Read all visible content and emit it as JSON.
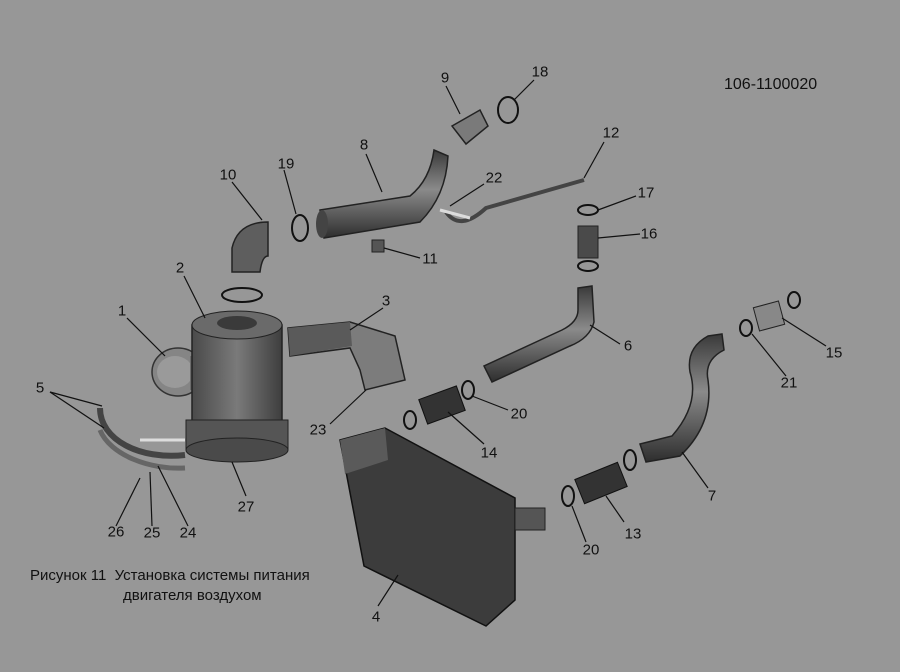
{
  "document_code": "106-1100020",
  "caption": {
    "figure_label": "Рисунок 11",
    "title_line1": "Установка системы питания",
    "title_line2": "двигателя воздухом"
  },
  "callouts": [
    {
      "id": "1",
      "text": "1"
    },
    {
      "id": "2",
      "text": "2"
    },
    {
      "id": "3",
      "text": "3"
    },
    {
      "id": "4",
      "text": "4"
    },
    {
      "id": "5",
      "text": "5"
    },
    {
      "id": "6",
      "text": "6"
    },
    {
      "id": "7",
      "text": "7"
    },
    {
      "id": "8",
      "text": "8"
    },
    {
      "id": "9",
      "text": "9"
    },
    {
      "id": "10",
      "text": "10"
    },
    {
      "id": "11",
      "text": "11"
    },
    {
      "id": "12",
      "text": "12"
    },
    {
      "id": "13",
      "text": "13"
    },
    {
      "id": "14",
      "text": "14"
    },
    {
      "id": "15",
      "text": "15"
    },
    {
      "id": "16",
      "text": "16"
    },
    {
      "id": "17",
      "text": "17"
    },
    {
      "id": "18",
      "text": "18"
    },
    {
      "id": "19",
      "text": "19"
    },
    {
      "id": "20a",
      "text": "20"
    },
    {
      "id": "20b",
      "text": "20"
    },
    {
      "id": "21",
      "text": "21"
    },
    {
      "id": "22",
      "text": "22"
    },
    {
      "id": "23",
      "text": "23"
    },
    {
      "id": "24",
      "text": "24"
    },
    {
      "id": "25",
      "text": "25"
    },
    {
      "id": "26",
      "text": "26"
    },
    {
      "id": "27",
      "text": "27"
    }
  ]
}
